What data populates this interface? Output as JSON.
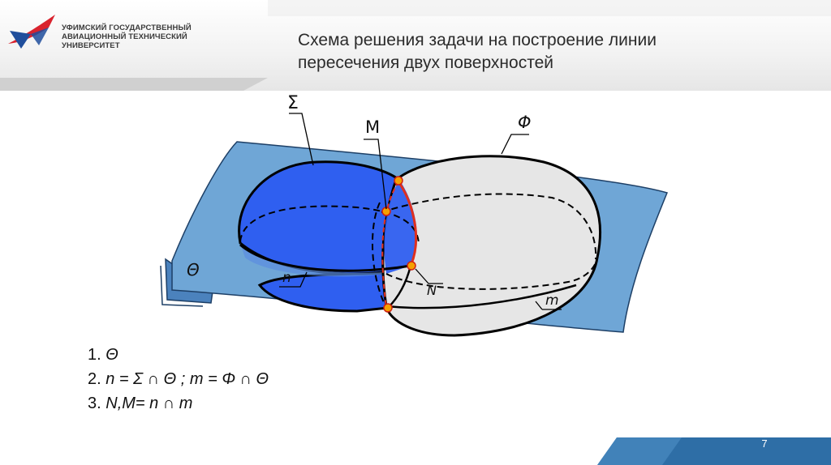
{
  "header": {
    "university_lines": [
      "УФИМСКИЙ ГОСУДАРСТВЕННЫЙ",
      "АВИАЦИОННЫЙ ТЕХНИЧЕСКИЙ",
      "УНИВЕРСИТЕТ"
    ],
    "title_lines": [
      "Схема решения задачи на построение линии",
      "пересечения двух поверхностей"
    ],
    "logo_colors": {
      "red": "#d9232e",
      "blue": "#1f4e9c"
    }
  },
  "diagram": {
    "labels": {
      "sigma": "Σ",
      "phi": "Φ",
      "point_m": "M",
      "point_n": "N",
      "curve_n": "n",
      "curve_m": "m",
      "theta": "Θ"
    },
    "colors": {
      "plane": "#6fa6d6",
      "plane_edge": "#1d3f66",
      "sphere": "#2f5ff0",
      "ellipsoid": "#e6e6e6",
      "intersection": "#e0301e",
      "point": "#f5a000"
    }
  },
  "steps": [
    {
      "num": "1.",
      "text": "Θ"
    },
    {
      "num": "2.",
      "text": "n = Σ ∩ Θ ;  m = Φ ∩ Θ"
    },
    {
      "num": "3.",
      "text": "N,M= n ∩ m"
    }
  ],
  "footer": {
    "page_number": "7",
    "bar_color": "#2e6ea6"
  }
}
